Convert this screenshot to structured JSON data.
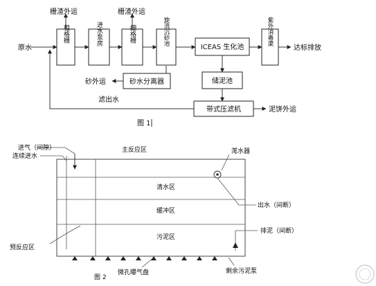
{
  "figure1": {
    "caption": "图 1",
    "input_label": "原水",
    "output_label": "达标排放",
    "boxes": {
      "coarse_screen": "粗格栅",
      "pump_house": "进水泵房",
      "fine_screen": "细格栅",
      "grit_chamber": "旋流沉砂池",
      "iceas": "ICEAS 生化池",
      "uv": "紫外消毒渠",
      "sand_separator": "砂水分离器",
      "sludge_tank": "储泥池",
      "belt_press": "带式压滤机"
    },
    "labels": {
      "screenings_1": "栅渣外运",
      "screenings_2": "栅渣外运",
      "sand_out": "砂外运",
      "filtrate": "滤出水",
      "cake_out": "泥饼外运"
    }
  },
  "figure2": {
    "caption": "图 2",
    "labels": {
      "air_intermittent": "进气（间隙）",
      "continuous_inflow": "连续进水",
      "main_zone": "主反应区",
      "decanter": "滗水器",
      "clear_zone": "清水区",
      "buffer_zone": "缓冲区",
      "sludge_zone": "污泥区",
      "outflow": "出水（间断）",
      "sludge_discharge": "排泥（间断）",
      "pre_zone": "预反应区",
      "aerator": "微孔曝气盘",
      "excess_pump": "剩余污泥泵"
    }
  }
}
